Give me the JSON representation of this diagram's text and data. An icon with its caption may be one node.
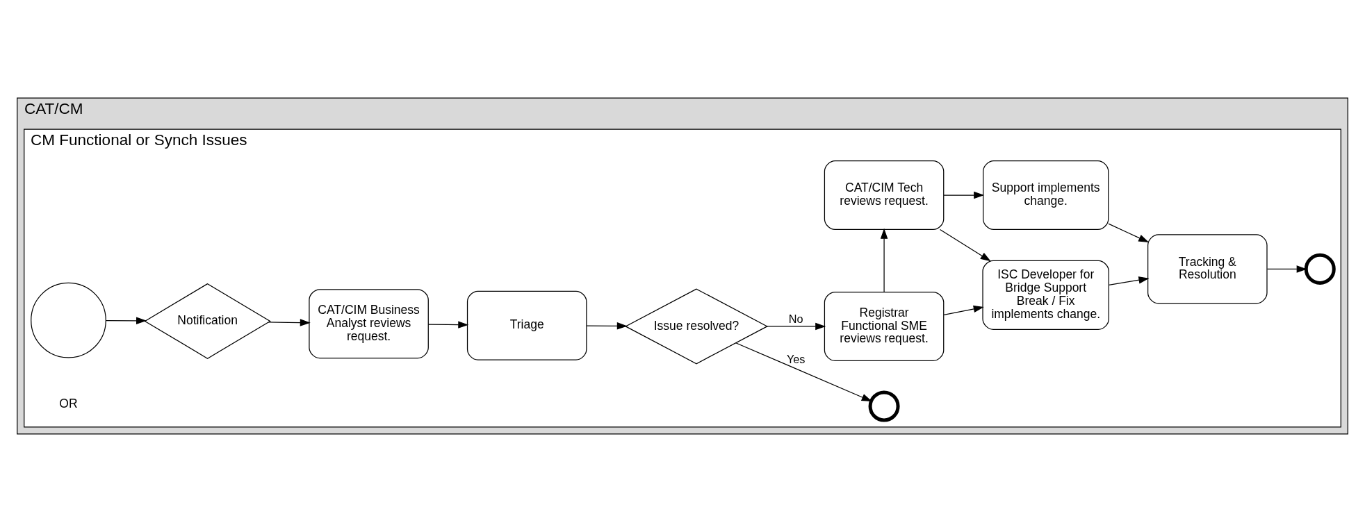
{
  "diagram": {
    "nodes": [
      {
        "text": [
          "CAT/CM"
        ]
      },
      {
        "text": [
          "CM Functional or Synch Issues"
        ],
        "in": 0
      },
      {
        "text": [],
        "shape": "circle",
        "in": 1
      },
      {
        "text": [
          "Notification"
        ],
        "in": 1
      },
      {
        "text": [
          "CAT/CIM Business Analyst reviews request."
        ],
        "in": 1
      },
      {
        "text": [
          "Triage"
        ],
        "in": 1
      },
      {
        "text": [
          "Issue resolved?"
        ],
        "in": 1
      },
      {
        "text": [],
        "shape": "circle",
        "in": 1
      },
      {
        "text": [
          "Registrar Functional SME reviews request."
        ],
        "in": 1
      },
      {
        "text": [
          "CAT/CIM Tech reviews request."
        ],
        "in": 1
      },
      {
        "text": [
          "ISC Developer for Bridge Support Break / Fix implements change."
        ],
        "in": 1
      },
      {
        "text": [
          "Support implements change."
        ],
        "in": 1
      },
      {
        "text": [
          "Tracking & Resolution"
        ],
        "in": 1
      },
      {
        "text": [],
        "shape": "circle",
        "in": 1
      }
    ],
    "edges": [
      {
        "from": 2,
        "to": 3,
        "arrow": "to"
      },
      {
        "from": 3,
        "to": 4,
        "arrow": "to"
      },
      {
        "from": 4,
        "to": 5,
        "arrow": "to"
      },
      {
        "from": 5,
        "to": 6,
        "arrow": "to"
      },
      {
        "from": 6,
        "to": 7,
        "arrow": "to",
        "label": "Yes"
      },
      {
        "from": 6,
        "to": 8,
        "arrow": "to",
        "label": "No"
      },
      {
        "from": 8,
        "to": 9,
        "arrow": "to"
      },
      {
        "from": 8,
        "to": 10,
        "arrow": "to"
      },
      {
        "from": 9,
        "to": 10,
        "arrow": "to"
      },
      {
        "from": 9,
        "to": 11,
        "arrow": "to"
      },
      {
        "from": 10,
        "to": 12,
        "arrow": "to"
      },
      {
        "from": 11,
        "to": 12,
        "arrow": "to"
      },
      {
        "from": 12,
        "to": 13,
        "arrow": "to"
      }
    ],
    "labels": [
      "OR"
    ]
  }
}
